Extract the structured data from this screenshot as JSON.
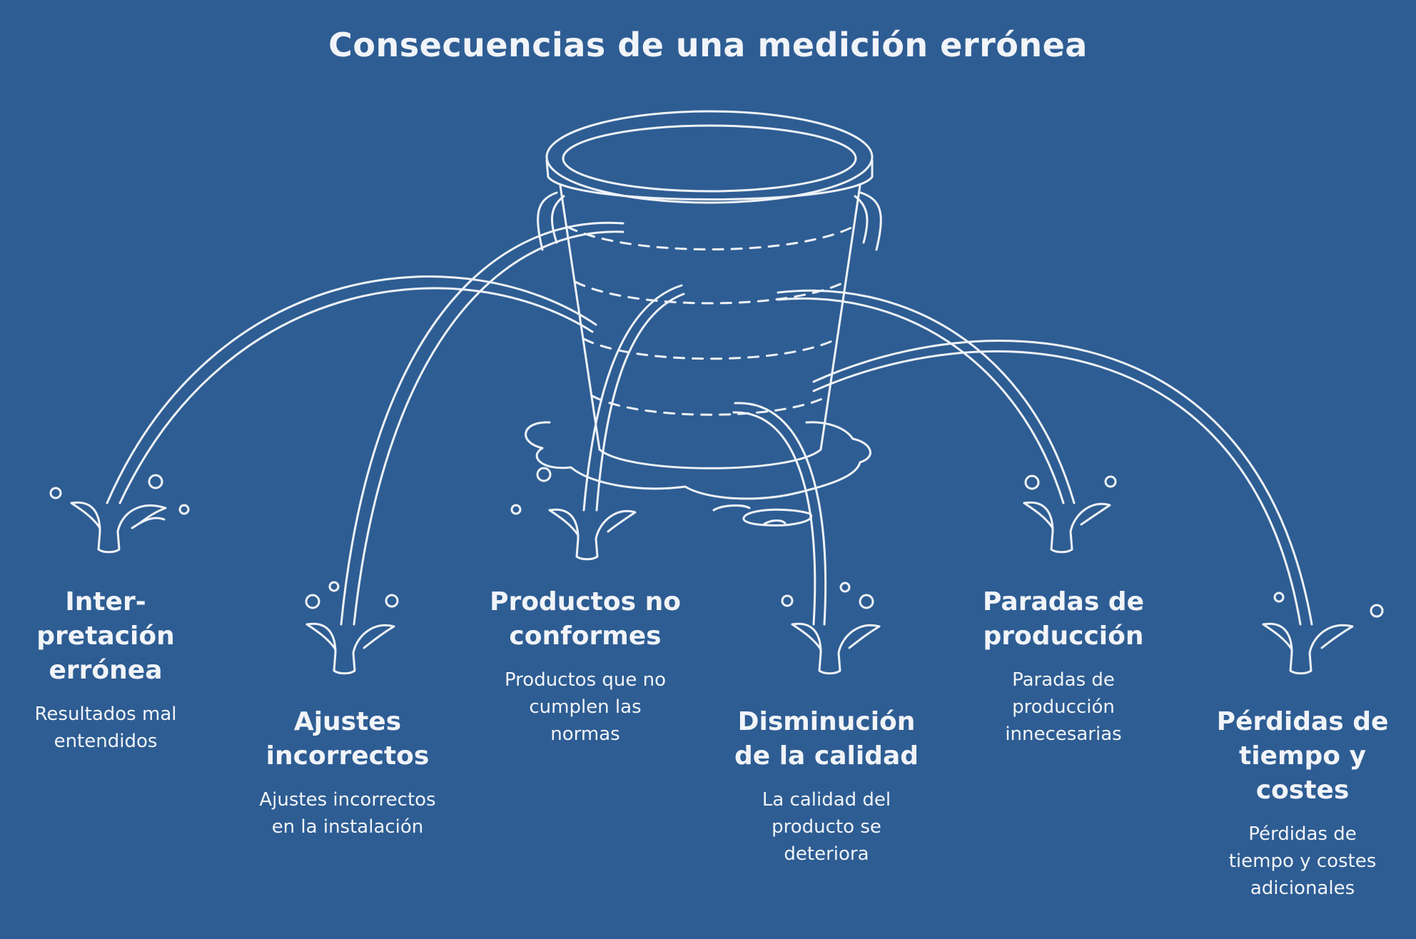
{
  "title": "Consecuencias de una medición errónea",
  "items": [
    {
      "head": "Inter-\npretación\nerrónea",
      "desc": "Resultados mal\nentendidos"
    },
    {
      "head": "Ajustes\nincorrectos",
      "desc": "Ajustes incorrectos\nen la instalación"
    },
    {
      "head": "Productos no\nconformes",
      "desc": "Productos que no\ncumplen las\nnormas"
    },
    {
      "head": "Disminución\nde la calidad",
      "desc": "La calidad del\nproducto se\ndeteriora"
    },
    {
      "head": "Paradas de\nproducción",
      "desc": "Paradas de\nproducción\ninnecesarias"
    },
    {
      "head": "Pérdidas de\ntiempo y\ncostes",
      "desc": "Pérdidas de\ntiempo y costes\nadicionales"
    }
  ],
  "icons": [
    "bucket-icon",
    "water-stream-icon",
    "splash-icon"
  ],
  "colors": {
    "background": "#2e5d93",
    "line": "#eef2f7"
  }
}
